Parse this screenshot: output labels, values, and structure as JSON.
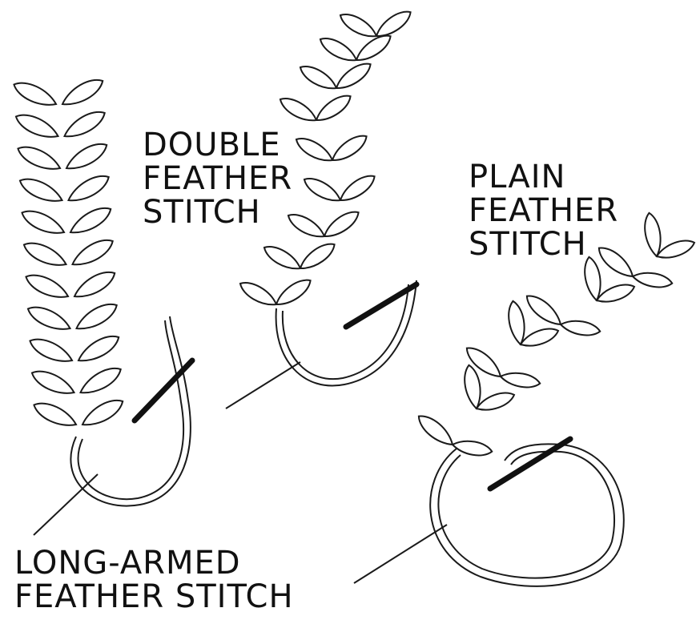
{
  "labels": {
    "double": [
      "DOUBLE",
      "FEATHER",
      "STITCH"
    ],
    "plain": [
      "PLAIN",
      "FEATHER",
      "STITCH"
    ],
    "long": [
      "LONG-ARMED",
      "FEATHER STITCH"
    ]
  }
}
